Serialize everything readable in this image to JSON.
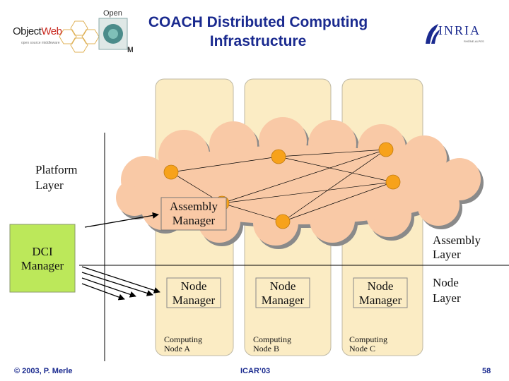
{
  "slide": {
    "title_line1": "COACH Distributed Computing",
    "title_line2": "Infrastructure"
  },
  "logos": {
    "objectweb_left": "Object",
    "objectweb_right": "Web",
    "objectweb_sub": "open source middleware",
    "inria": "INRIA",
    "inria_sub": "RHÔNE-ALPES",
    "oscam_top": "Open",
    "oscam_bottom": "M"
  },
  "diagram": {
    "platform_layer": [
      "Platform",
      "Layer"
    ],
    "assembly_layer": [
      "Assembly",
      "Layer"
    ],
    "node_layer": [
      "Node",
      "Layer"
    ],
    "assembly_manager": [
      "Assembly",
      "Manager"
    ],
    "dci_manager": [
      "DCI",
      "Manager"
    ],
    "node_managers": [
      [
        "Node",
        "Manager"
      ],
      [
        "Node",
        "Manager"
      ],
      [
        "Node",
        "Manager"
      ]
    ],
    "computing_nodes": [
      [
        "Computing",
        "Node A"
      ],
      [
        "Computing",
        "Node B"
      ],
      [
        "Computing",
        "Node C"
      ]
    ]
  },
  "footer": {
    "left": "© 2003, P. Merle",
    "center": "ICAR’03",
    "right": "58"
  },
  "colors": {
    "title": "#1a2a8f",
    "column_fill": "#fbecc4",
    "cloud_fill": "#f9c9a6",
    "dci_fill": "#bce85a",
    "node_dot": "#f7a21b"
  }
}
